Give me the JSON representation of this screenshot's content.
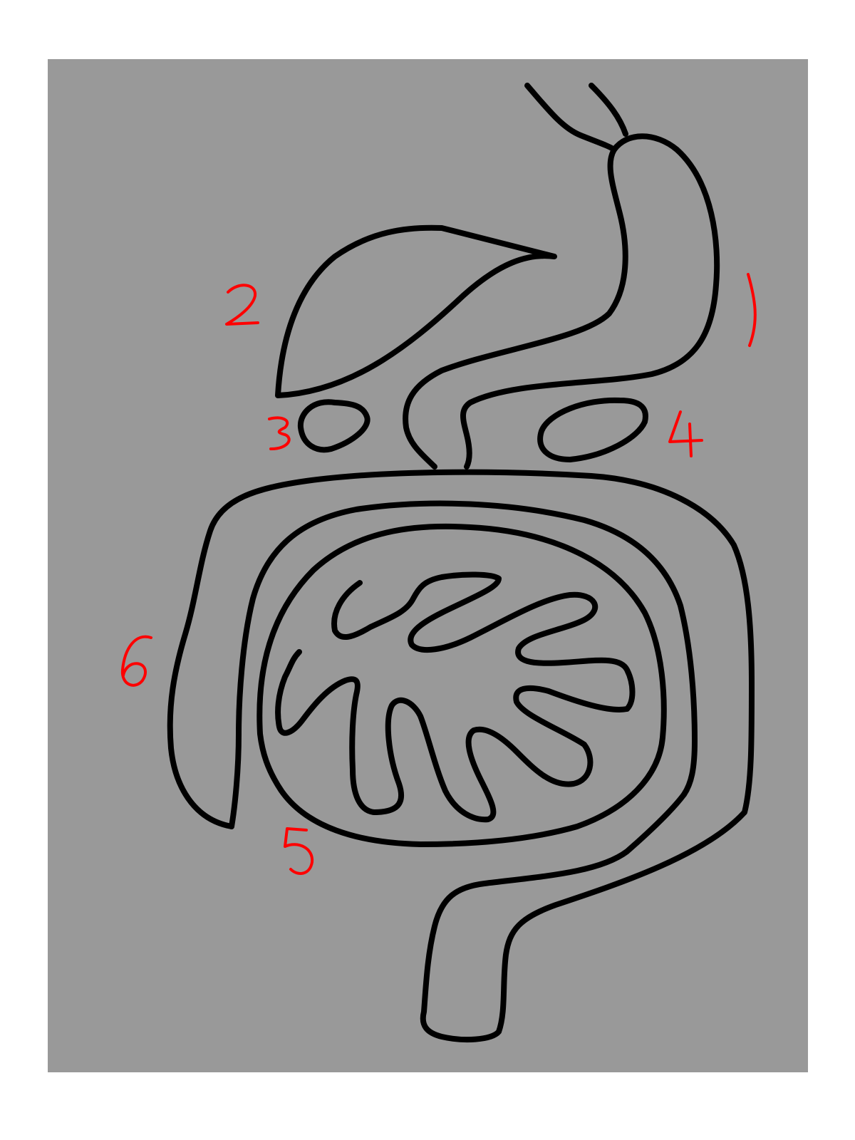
{
  "diagram": {
    "background_color": "#999999",
    "page_color": "#ffffff",
    "outline_color": "#000000",
    "label_color": "#ff0000",
    "labels": [
      "1",
      "2",
      "3",
      "4",
      "5",
      "6"
    ]
  }
}
